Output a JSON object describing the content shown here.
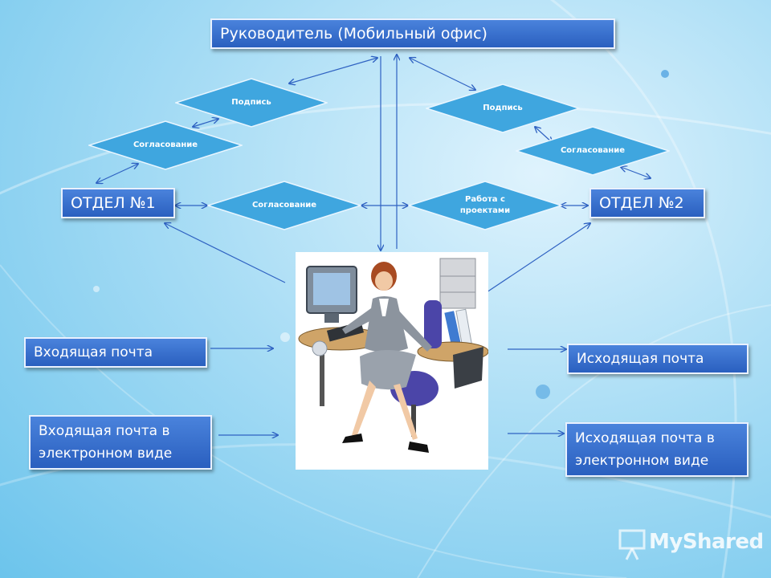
{
  "top_box": {
    "label": "Руководитель (Мобильный офис)"
  },
  "departments": [
    {
      "label": "ОТДЕЛ №1"
    },
    {
      "label": "ОТДЕЛ №2"
    }
  ],
  "diamonds": {
    "left_sign": "Подпись",
    "left_approve": "Согласование",
    "right_sign": "Подпись",
    "right_approve": "Согласование",
    "center_approve": "Согласование",
    "projects_line1": "Работа с",
    "projects_line2": "проектами"
  },
  "mail": {
    "incoming": "Входящая почта",
    "incoming_e_line1": "Входящая почта в",
    "incoming_e_line2": "электронном виде",
    "outgoing": "Исходящая почта",
    "outgoing_e_line1": "Исходящая почта в",
    "outgoing_e_line2": "электронном виде"
  },
  "watermark": {
    "text": "MyShared"
  },
  "colors": {
    "box_fill": "#3a6fd0",
    "diamond_fill": "#3fa6df",
    "arrow": "#2f62c2",
    "background": "#a9ddf5"
  },
  "icons": {
    "illustration": "office-worker-illustration",
    "logo": "presentation-board-icon"
  }
}
